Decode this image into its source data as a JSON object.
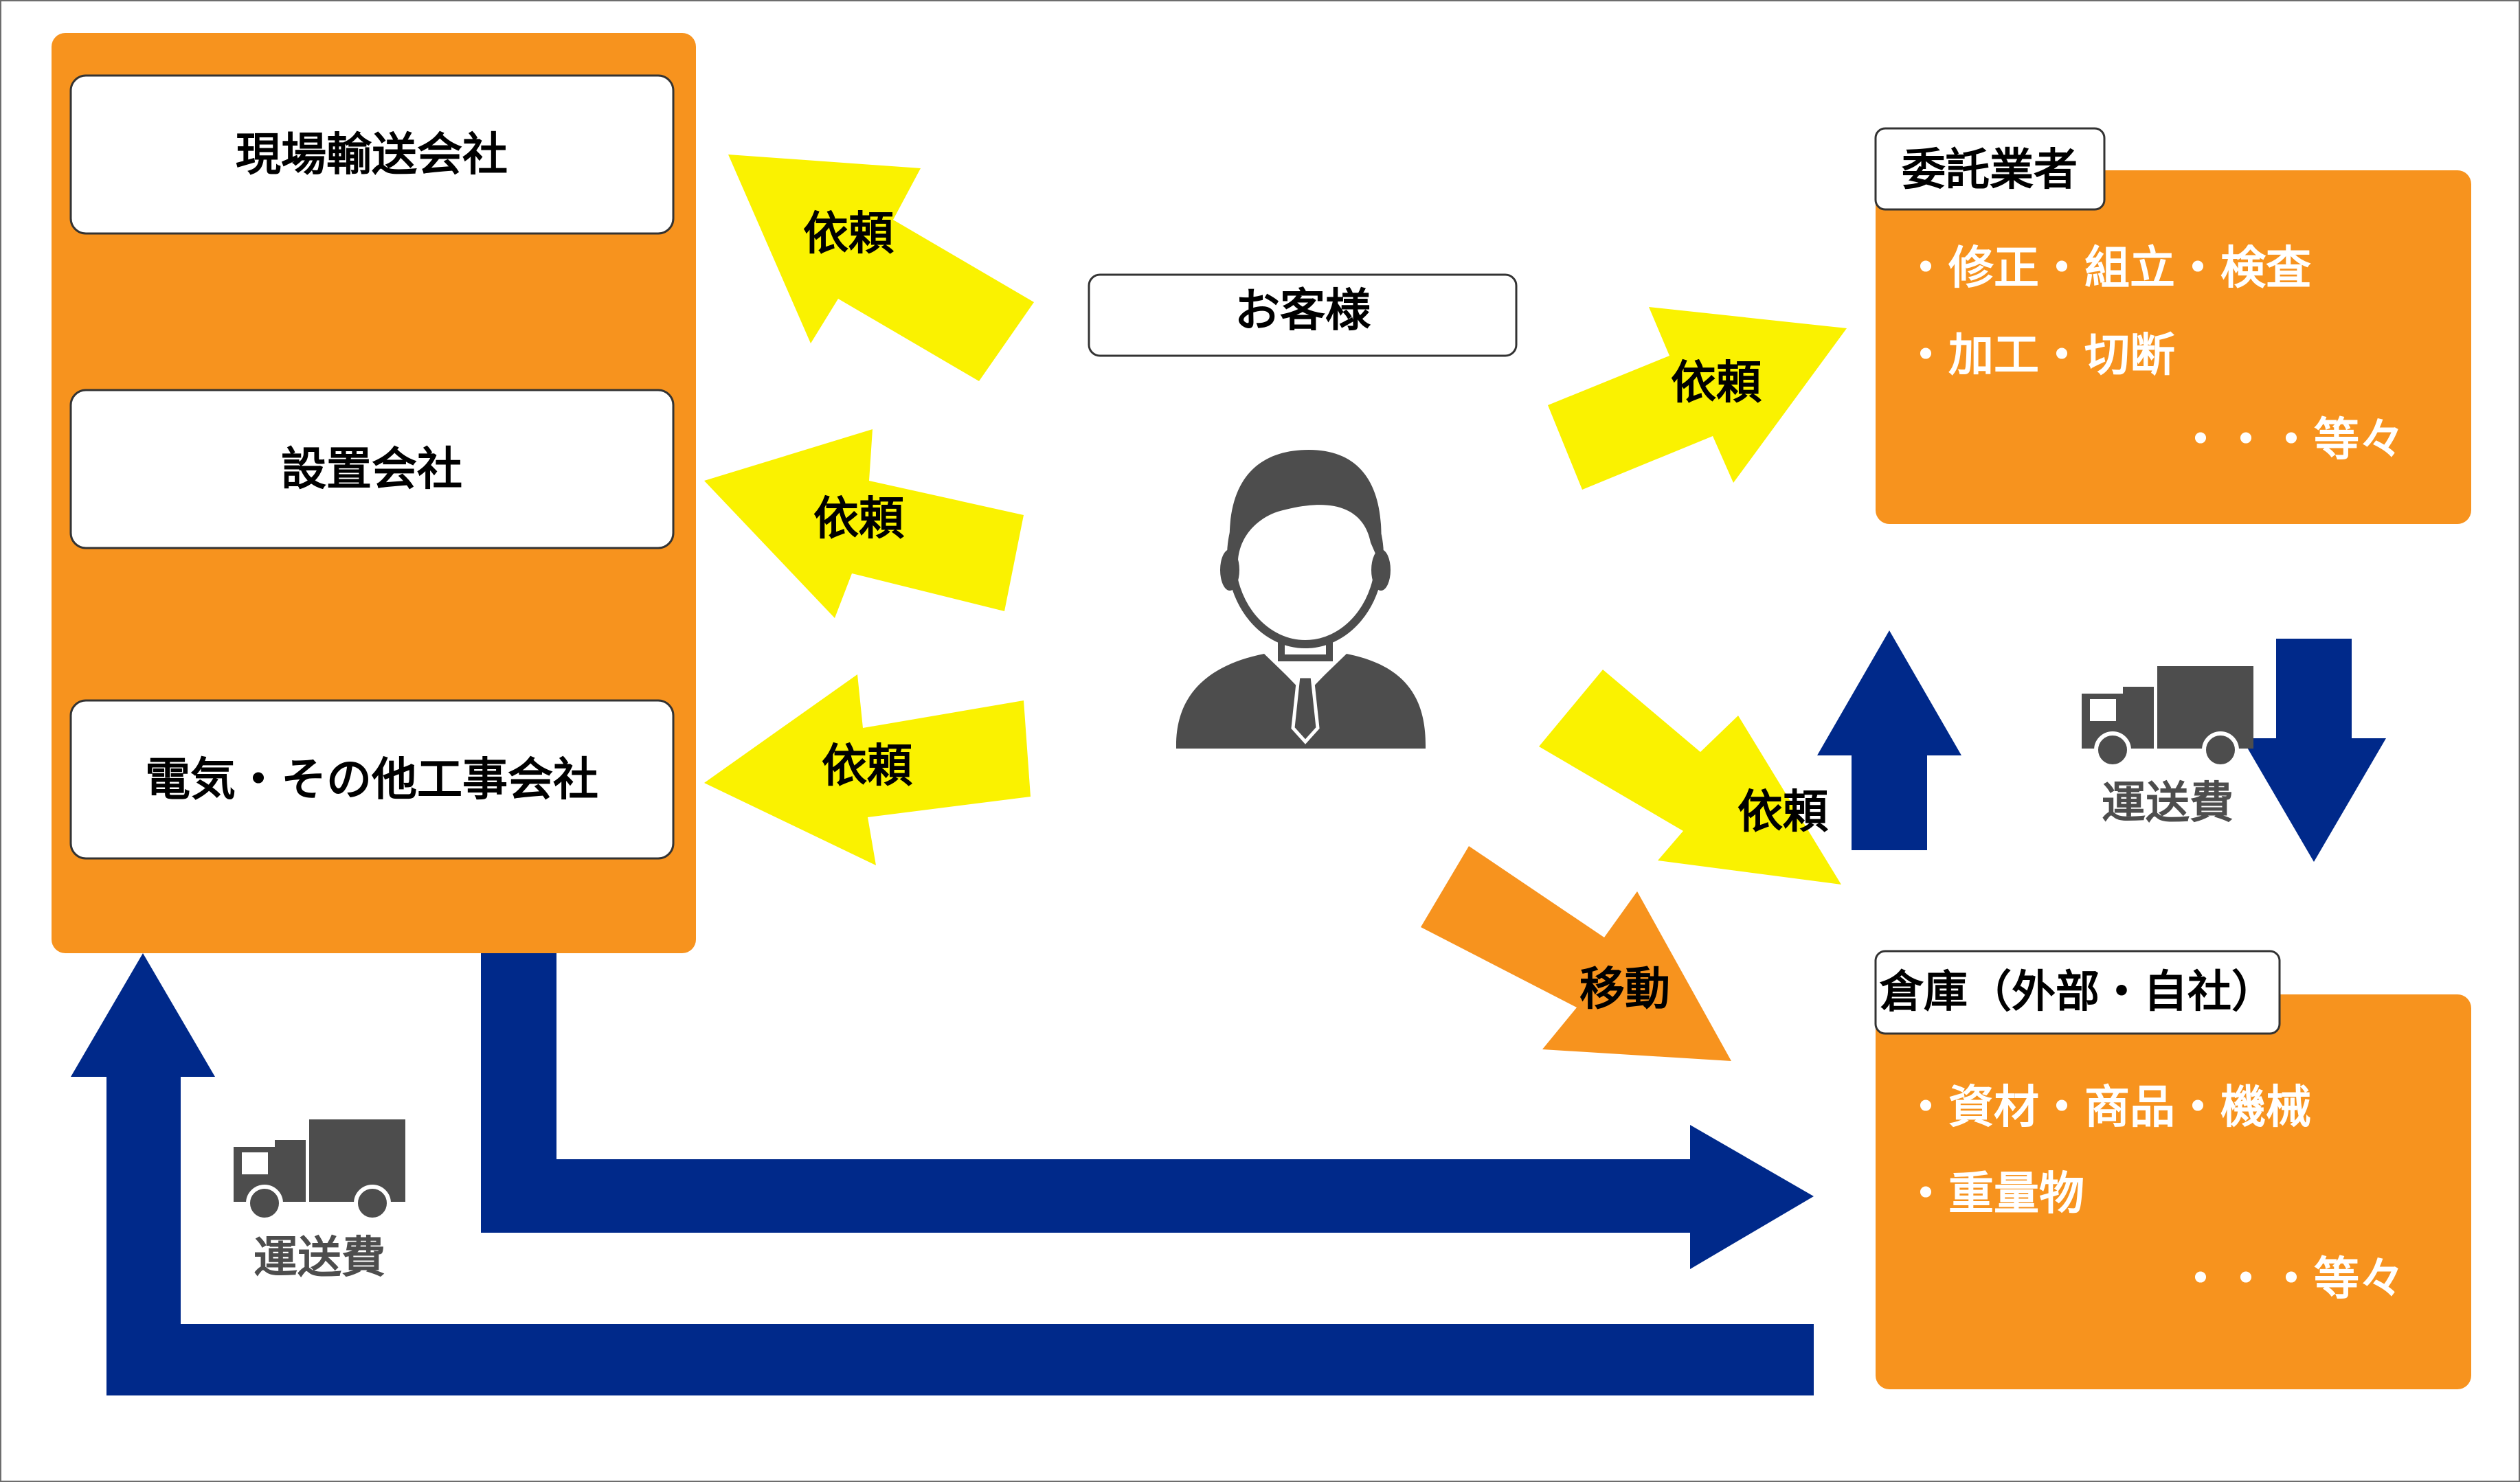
{
  "colors": {
    "orange": "#F7931E",
    "yellow": "#FAF200",
    "navy": "#00298A",
    "gray": "#4D4D4D",
    "white": "#FFFFFF",
    "text": "#000000"
  },
  "left_panel": {
    "items": [
      {
        "label": "現場輸送会社"
      },
      {
        "label": "設置会社"
      },
      {
        "label": "電気・その他工事会社"
      }
    ]
  },
  "customer": {
    "label": "お客様",
    "icon": "businessman-icon"
  },
  "arrows": {
    "request_left_1": "依頼",
    "request_left_2": "依頼",
    "request_left_3": "依頼",
    "request_right_1": "依頼",
    "request_right_2": "依頼",
    "move": "移動"
  },
  "contractor": {
    "title": "委託業者",
    "line1": "・修正・組立・検査",
    "line2": "・加工・切断",
    "line3": "・・・等々"
  },
  "warehouse": {
    "title": "倉庫（外部・自社）",
    "line1": "・資材・商品・機械",
    "line2": "・重量物",
    "line3": "・・・等々"
  },
  "transport": {
    "left_label": "運送費",
    "right_label": "運送費",
    "icon": "truck-icon"
  }
}
